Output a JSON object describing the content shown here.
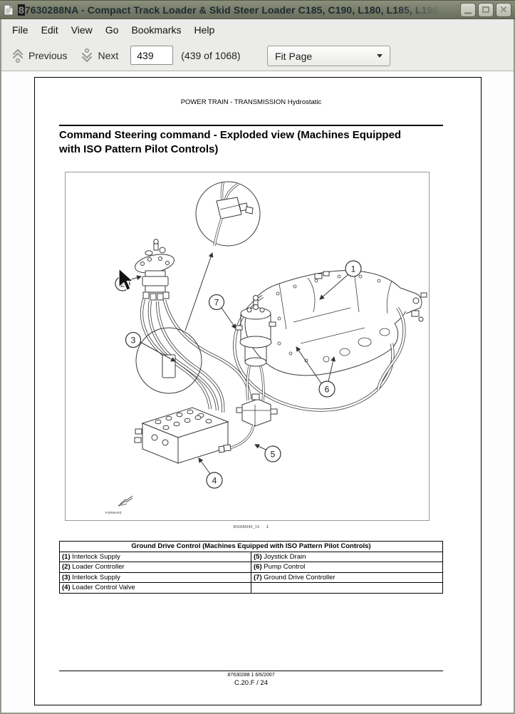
{
  "window": {
    "title_first_char": "8",
    "title_rest": "7630288NA - Compact Track Loader & Skid Steer Loader C185, C190, L180, L185, L190"
  },
  "menu": {
    "items": [
      "File",
      "Edit",
      "View",
      "Go",
      "Bookmarks",
      "Help"
    ]
  },
  "toolbar": {
    "previous_label": "Previous",
    "next_label": "Next",
    "page_value": "439",
    "page_count": "(439 of 1068)",
    "zoom_mode": "Fit Page"
  },
  "document": {
    "running_header": "POWER TRAIN - TRANSMISSION Hydrostatic",
    "title_lines": [
      "Command Steering command - Exploded view (Machines Equipped",
      "with ISO Pattern Pilot Controls)"
    ],
    "figure": {
      "callouts": [
        "1",
        "2",
        "3",
        "4",
        "5",
        "6",
        "7"
      ],
      "caption_code": "BS06M040_1X",
      "caption_page": "1",
      "forward_label": "FORWARD"
    },
    "table": {
      "title": "Ground Drive Control (Machines Equipped with ISO Pattern Pilot Controls)",
      "rows": [
        {
          "l_num": "(1)",
          "l_text": "Interlock Supply",
          "r_num": "(5)",
          "r_text": "Joystick Drain"
        },
        {
          "l_num": "(2)",
          "l_text": "Loader Controller",
          "r_num": "(6)",
          "r_text": "Pump Control"
        },
        {
          "l_num": "(3)",
          "l_text": "Interlock Supply",
          "r_num": "(7)",
          "r_text": "Ground Drive Controller"
        },
        {
          "l_num": "(4)",
          "l_text": "Loader Control Valve",
          "r_num": "",
          "r_text": ""
        }
      ]
    },
    "footer": {
      "line1": "87630288 1 6/6/2007",
      "line2": "C.20.F / 24"
    }
  },
  "colors": {
    "titlebar": "#7a7e6c",
    "page_border": "#000000"
  }
}
